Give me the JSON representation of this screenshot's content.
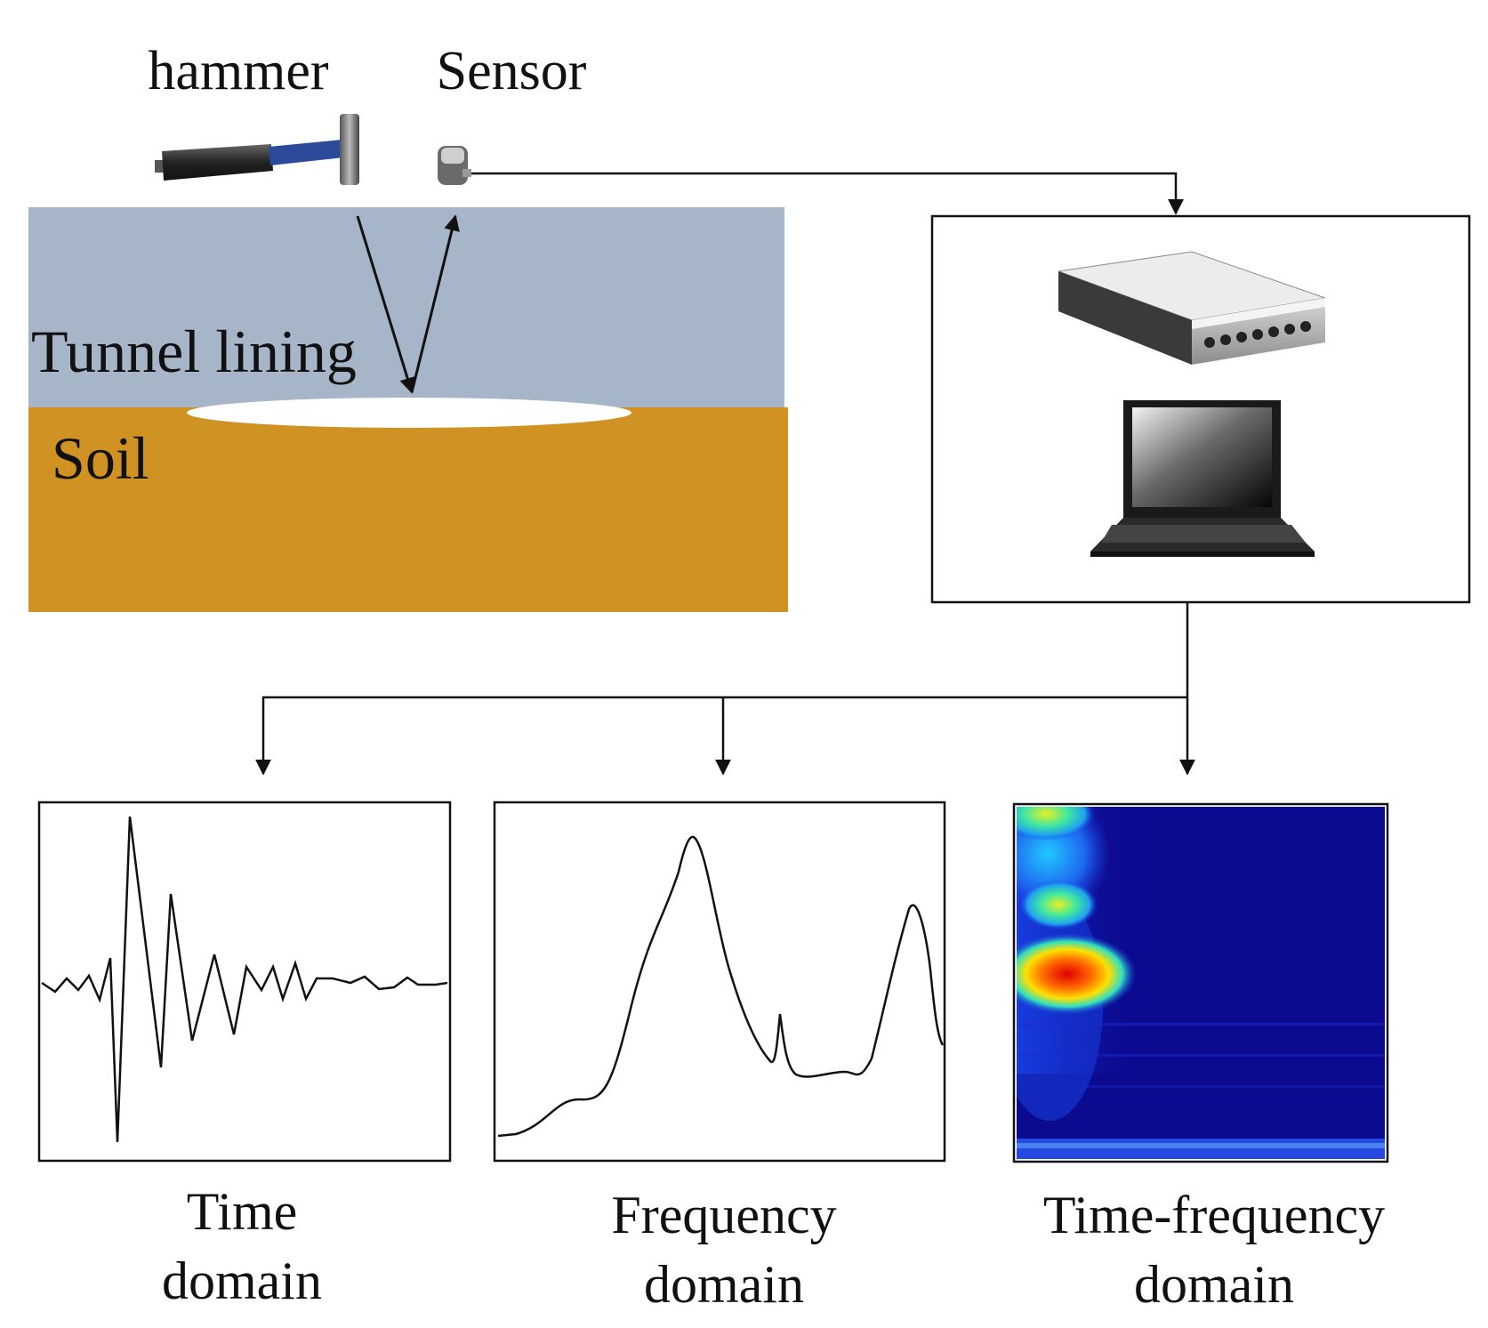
{
  "labels": {
    "hammer": "hammer",
    "sensor": "Sensor",
    "tunnel_lining": "Tunnel lining",
    "soil": "Soil"
  },
  "outputs": [
    {
      "line1": "Time",
      "line2": "domain"
    },
    {
      "line1": "Frequency",
      "line2": "domain"
    },
    {
      "line1": "Time-frequency",
      "line2": "domain"
    }
  ],
  "colors": {
    "lining": "#a7b5c8",
    "soil": "#cf9223",
    "void": "#ffffff",
    "stroke": "#111111",
    "spectrogram_bg": "#0c0a8f"
  },
  "icons": {
    "hammer": "hammer-icon",
    "sensor": "accelerometer-sensor-icon",
    "daq": "data-acquisition-device-icon",
    "laptop": "laptop-icon"
  }
}
